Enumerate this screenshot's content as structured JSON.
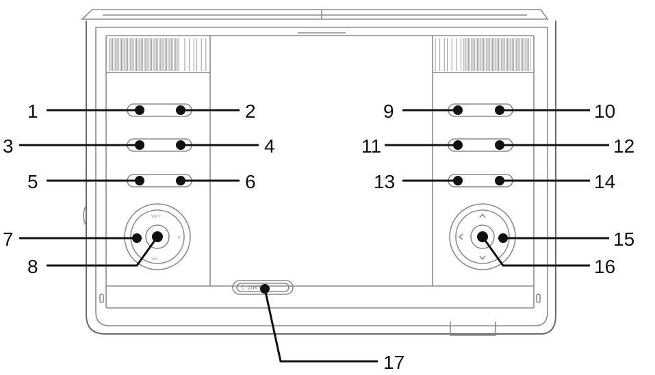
{
  "callouts": {
    "c1": "1",
    "c2": "2",
    "c3": "3",
    "c4": "4",
    "c5": "5",
    "c6": "6",
    "c7": "7",
    "c8": "8",
    "c9": "9",
    "c10": "10",
    "c11": "11",
    "c12": "12",
    "c13": "13",
    "c14": "14",
    "c15": "15",
    "c16": "16",
    "c17": "17"
  },
  "device": {
    "bottom_button_label": "C OMF"
  },
  "colors": {
    "outline": "#8a8a8a",
    "ink": "#111111",
    "background": "#ffffff"
  }
}
